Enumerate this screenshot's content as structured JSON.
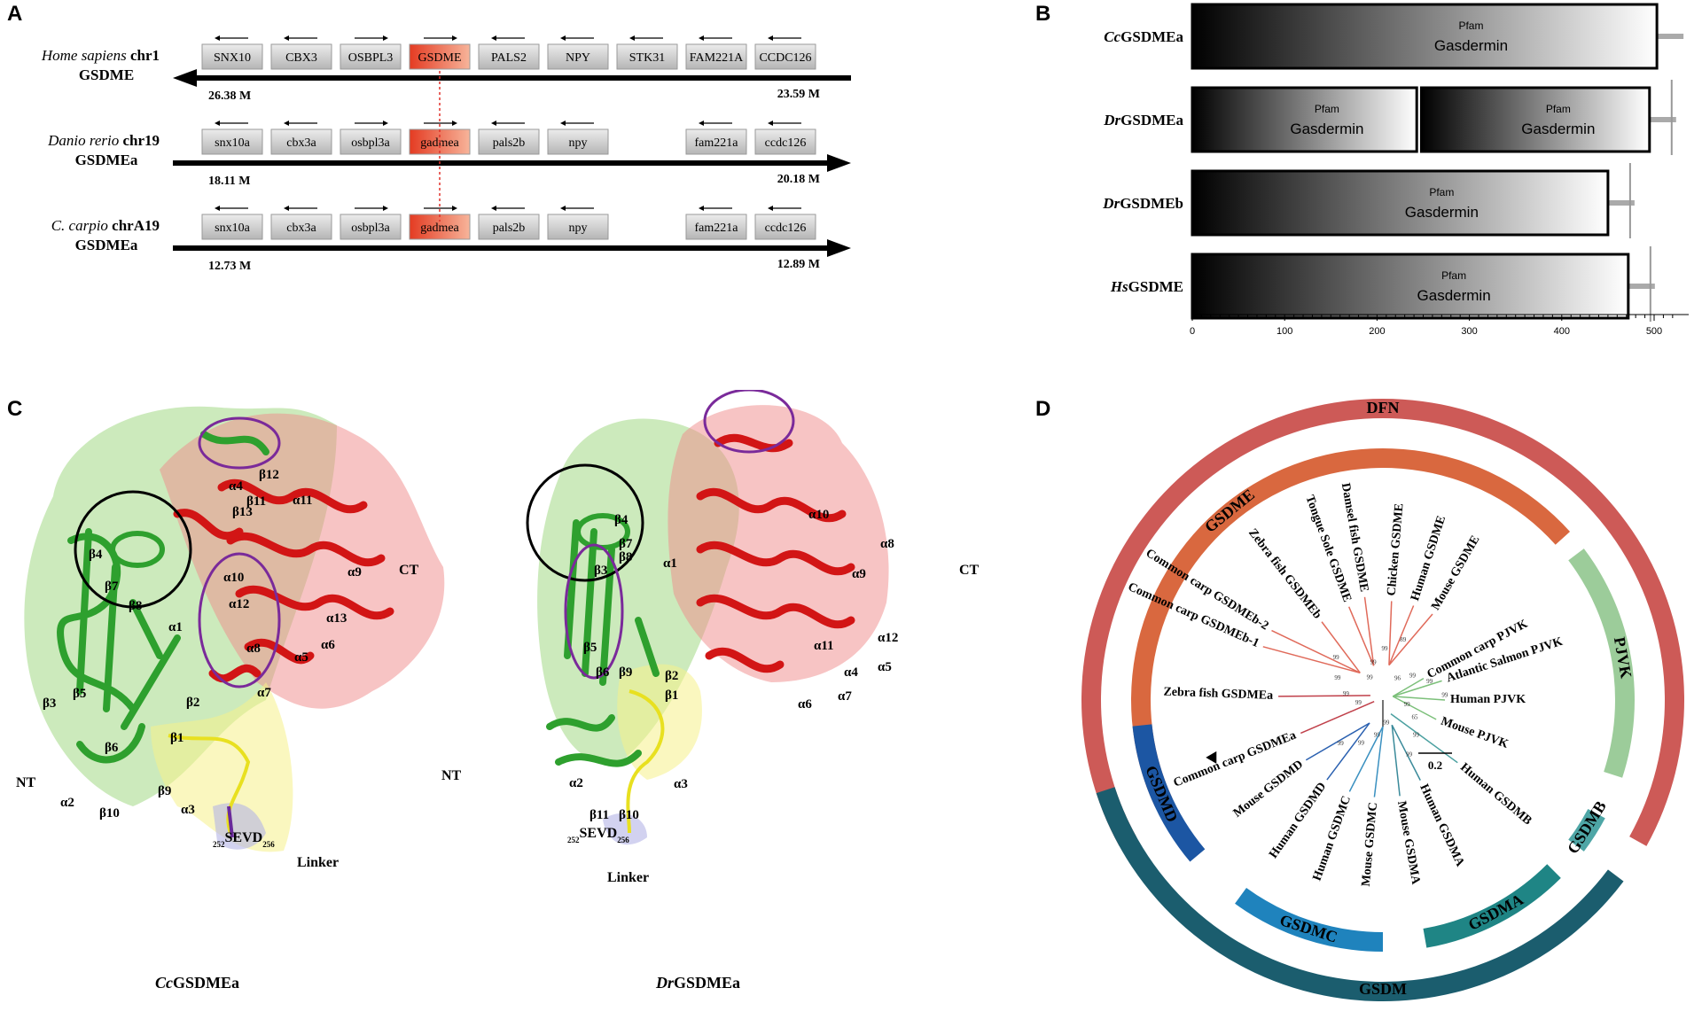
{
  "panels": {
    "a": "A",
    "b": "B",
    "c": "C",
    "d": "D"
  },
  "panelA": {
    "tracks": [
      {
        "species_italic": "Home sapiens",
        "chrom": "chr1",
        "gene": "GSDME",
        "start": "26.38 M",
        "end": "23.59 M",
        "direction": "left",
        "genes": [
          {
            "label": "SNX10",
            "strand": "left",
            "highlight": false
          },
          {
            "label": "CBX3",
            "strand": "left",
            "highlight": false
          },
          {
            "label": "OSBPL3",
            "strand": "right",
            "highlight": false
          },
          {
            "label": "GSDME",
            "strand": "right",
            "highlight": true
          },
          {
            "label": "PALS2",
            "strand": "left",
            "highlight": false
          },
          {
            "label": "NPY",
            "strand": "left",
            "highlight": false
          },
          {
            "label": "STK31",
            "strand": "left",
            "highlight": false
          },
          {
            "label": "FAM221A",
            "strand": "left",
            "highlight": false
          },
          {
            "label": "CCDC126",
            "strand": "left",
            "highlight": false
          }
        ]
      },
      {
        "species_italic": "Danio rerio",
        "chrom": "chr19",
        "gene": "GSDMEa",
        "start": "18.11 M",
        "end": "20.18 M",
        "direction": "right",
        "genes": [
          {
            "label": "snx10a",
            "strand": "left",
            "highlight": false
          },
          {
            "label": "cbx3a",
            "strand": "left",
            "highlight": false
          },
          {
            "label": "osbpl3a",
            "strand": "right",
            "highlight": false
          },
          {
            "label": "gadmea",
            "strand": "right",
            "highlight": true
          },
          {
            "label": "pals2b",
            "strand": "left",
            "highlight": false
          },
          {
            "label": "npy",
            "strand": "left",
            "highlight": false
          },
          null,
          {
            "label": "fam221a",
            "strand": "left",
            "highlight": false
          },
          {
            "label": "ccdc126",
            "strand": "left",
            "highlight": false
          }
        ]
      },
      {
        "species_italic": "C. carpio",
        "chrom": "chrA19",
        "gene": "GSDMEa",
        "start": "12.73 M",
        "end": "12.89 M",
        "direction": "right",
        "genes": [
          {
            "label": "snx10a",
            "strand": "left",
            "highlight": false
          },
          {
            "label": "cbx3a",
            "strand": "left",
            "highlight": false
          },
          {
            "label": "osbpl3a",
            "strand": "right",
            "highlight": false
          },
          {
            "label": "gadmea",
            "strand": "right",
            "highlight": true
          },
          {
            "label": "pals2b",
            "strand": "left",
            "highlight": false
          },
          {
            "label": "npy",
            "strand": "left",
            "highlight": false
          },
          null,
          {
            "label": "fam221a",
            "strand": "left",
            "highlight": false
          },
          {
            "label": "ccdc126",
            "strand": "left",
            "highlight": false
          }
        ]
      }
    ]
  },
  "panelB": {
    "proteins": [
      {
        "prefix": "Cc",
        "name": "GSDMEa",
        "length": 503,
        "domains": [
          {
            "start": 0,
            "end": 503,
            "db": "Pfam",
            "label": "Gasdermin"
          }
        ]
      },
      {
        "prefix": "Dr",
        "name": "GSDMEa",
        "length": 495,
        "domains": [
          {
            "start": 0,
            "end": 243,
            "db": "Pfam",
            "label": "Gasdermin"
          },
          {
            "start": 248,
            "end": 495,
            "db": "Pfam",
            "label": "Gasdermin"
          }
        ]
      },
      {
        "prefix": "Dr",
        "name": "GSDMEb",
        "length": 450,
        "domains": [
          {
            "start": 0,
            "end": 450,
            "db": "Pfam",
            "label": "Gasdermin"
          }
        ]
      },
      {
        "prefix": "Hs",
        "name": "GSDME",
        "length": 472,
        "domains": [
          {
            "start": 0,
            "end": 472,
            "db": "Pfam",
            "label": "Gasdermin"
          }
        ]
      }
    ],
    "axis_ticks": [
      "0",
      "100",
      "200",
      "300",
      "400",
      "500"
    ]
  },
  "panelC": {
    "left": {
      "title_italic": "Cc",
      "title": "GSDMEa",
      "nt": "NT",
      "ct": "CT",
      "linker": "Linker",
      "motif": "SEVD",
      "motif_start": "252",
      "motif_end": "256",
      "labels": [
        "β4",
        "β7",
        "β8",
        "α1",
        "β3",
        "β5",
        "β6",
        "β2",
        "β1",
        "β9",
        "β10",
        "α2",
        "α3",
        "α4",
        "β12",
        "β11",
        "β13",
        "α11",
        "α10",
        "α9",
        "α12",
        "α13",
        "α8",
        "α5",
        "α6",
        "α7"
      ]
    },
    "right": {
      "title_italic": "Dr",
      "title": "GSDMEa",
      "nt": "NT",
      "ct": "CT",
      "linker": "Linker",
      "motif": "SEVD",
      "motif_start": "252",
      "motif_end": "256",
      "labels": [
        "β4",
        "β7",
        "β8",
        "β3",
        "α1",
        "β5",
        "β6",
        "β9",
        "β2",
        "β1",
        "α2",
        "β11",
        "β10",
        "α3",
        "α10",
        "α8",
        "α9",
        "α11",
        "α12",
        "α5",
        "α4",
        "α7",
        "α6"
      ]
    }
  },
  "panelD": {
    "outer_top": "DFN",
    "outer_bottom": "GSDM",
    "inner": [
      "GSDME",
      "PJVK",
      "GSDMB",
      "GSDMA",
      "GSDMC",
      "GSDMD"
    ],
    "leaves": [
      "Tongue Sole GSDME",
      "Damsel fish GSDME",
      "Chicken GSDME",
      "Human GSDME",
      "Mouse GSDME",
      "Zebra fish GSDMEb",
      "Common carp GSDMEb-2",
      "Common carp GSDMEb-1",
      "Zebra fish GSDMEa",
      "Common carp GSDMEa",
      "Common carp PJVK",
      "Atlantic Salmon PJVK",
      "Human PJVK",
      "Mouse PJVK",
      "Human GSDMB",
      "Human GSDMA",
      "Mouse GSDMA",
      "Mouse GSDMC",
      "Human GSDMC",
      "Human GSDMD",
      "Mouse GSDMD"
    ],
    "bootstraps": [
      "99",
      "99",
      "99",
      "99",
      "99",
      "99",
      "99",
      "89",
      "96",
      "99",
      "99",
      "99",
      "99",
      "65",
      "99",
      "99",
      "99",
      "99",
      "99",
      "99"
    ],
    "scale": "0.2",
    "colors": {
      "dfn": "#cd5a57",
      "gsdme": "#d9683f",
      "pjvk": "#9ccc9a",
      "gsdmb": "#4ea6a6",
      "gsdma": "#1f8585",
      "gsdmc": "#1f83bd",
      "gsdmd": "#1c56a3",
      "gsdm": "#1b5d6e"
    }
  }
}
